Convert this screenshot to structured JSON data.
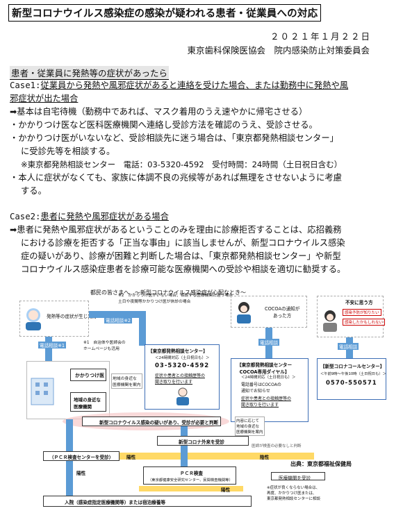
{
  "doc": {
    "title": "新型コロナウイルス感染症の感染が疑われる患者・従業員への対応",
    "date": "２０２１年１月２２日",
    "org": "東京歯科保険医協会　院内感染防止対策委員会"
  },
  "section1": {
    "heading": "患者・従業員に発熱等の症状があったら",
    "case1_label": "Case1:",
    "case1_line1": "従業員から発熱や風邪症状があると連絡を受けた場合、または勤務中に発熱や風",
    "case1_line2": "邪症状が出た場合",
    "basic": "➡基本は自宅待機（勤務中であれば、マスク着用のうえ速やかに帰宅させる）",
    "b1": "・かかりつけ医など医科医療機関へ連絡し受診方法を確認のうえ、受診させる。",
    "b2_line1": "・かかりつけ医がいないなど、受診相談先に迷う場合は、「東京都発熱相談センター」",
    "b2_line2": "に受診先等を相談する。",
    "b2_note": "※東京都発熱相談センター　電話：03-5320-4592　受付時間：24時間（土日祝日含む）",
    "b3_line1": "・本人に症状がなくても、家族に体調不良の兆候等があれば無理をさせないように考慮",
    "b3_line2": "する。"
  },
  "section2": {
    "case2_label": "Case2:",
    "case2_text": "患者に発熱や風邪症状がある場合",
    "p_line1": "➡患者に発熱や風邪症状があるということのみを理由に診療拒否することは、応招義務",
    "p_line2": "における診療を拒否する「正当な事由」に該当しませんが、新型コロナウイルス感染",
    "p_line3": "症の疑いがあり、診療が困難と判断した場合は、「東京都発熱相談センター」や新型",
    "p_line4": "コロナウイルス感染症患者を診療可能な医療機関への受診や相談を適切に勧奨する。"
  },
  "flow": {
    "title": "都民の皆さまへ　～新型コロナウイルス感染症が心配なとき～",
    "symptom_person": "発熱等の症状が生じた方",
    "note2": "※2　かかりつけ医がいない場合、相談する医療機関に迷う場合\n土日や夜間等かかりつけ医が休診の場合",
    "phone_consult": "電話相談",
    "phone_consult_2": "電話相談※2",
    "phone_consult_1": "電話相談※1",
    "note1": "※1　自治体や医師会の\nホームページも活用",
    "center_title": "【東京都発熱相談センター】",
    "center_hours": "＜24時間対応（土日祝日も）＞",
    "center_phone": "03-5320-4592",
    "center_desc": "症状や患者との接触歴等の\n聞き取りを行います",
    "family_doctor": "かかりつけ医",
    "local_clinic": "地域の身近な\n医療機関",
    "local_guide": "地域の身近な\n医療機関を案内",
    "cocoa_person": "COCOAの通知が\nあった方",
    "cocoa_center_title": "【東京都発熱相談センター\nCOCOA専用ダイヤル】",
    "cocoa_hours": "＜24時間対応（土日祝日も）＞",
    "cocoa_desc": "電話番号はCOCOAの\n通知でお知らせ",
    "cocoa_desc2": "症状や患者との接触歴等の\n聞き取りを行います",
    "cocoa_local": "内容に応じて\n地域の身近な\n医療機関を案内",
    "anxious_person": "不安に思う方",
    "anxious_1": "感染予防が知りたい",
    "anxious_2": "感染したかもしれない",
    "callcenter_title": "【新型コロナコールセンター】",
    "callcenter_hours": "＜午前9時～午後10時（土日祝日も）＞",
    "callcenter_phone": "0570-550571",
    "suspect": "新型コロナウイルス感染の疑いがあり、受診が必要と判断",
    "outpatient": "新型コロナ外来を受診",
    "pcr_center": "（ＰＣＲ検査センターを受診）",
    "positive1": "陽性",
    "positive2": "陽性",
    "positive3": "陽性",
    "negative": "陰性",
    "pcr_test": "ＰＣＲ検査",
    "pcr_test_sub": "（東京都健康安全研究センター、民間検査機関等）",
    "source": "出典：東京都福祉保健局",
    "clinic_visit": "医療機関を受診",
    "negative_note": "※症状が良くならない場合は、\n再度、かかりつけ医または、\n東京都発熱相談センターに相談",
    "admission": "入院（感染症指定医療機関等）または宿泊療養等",
    "consult_again": "医師が検査の必要なしと判断"
  }
}
